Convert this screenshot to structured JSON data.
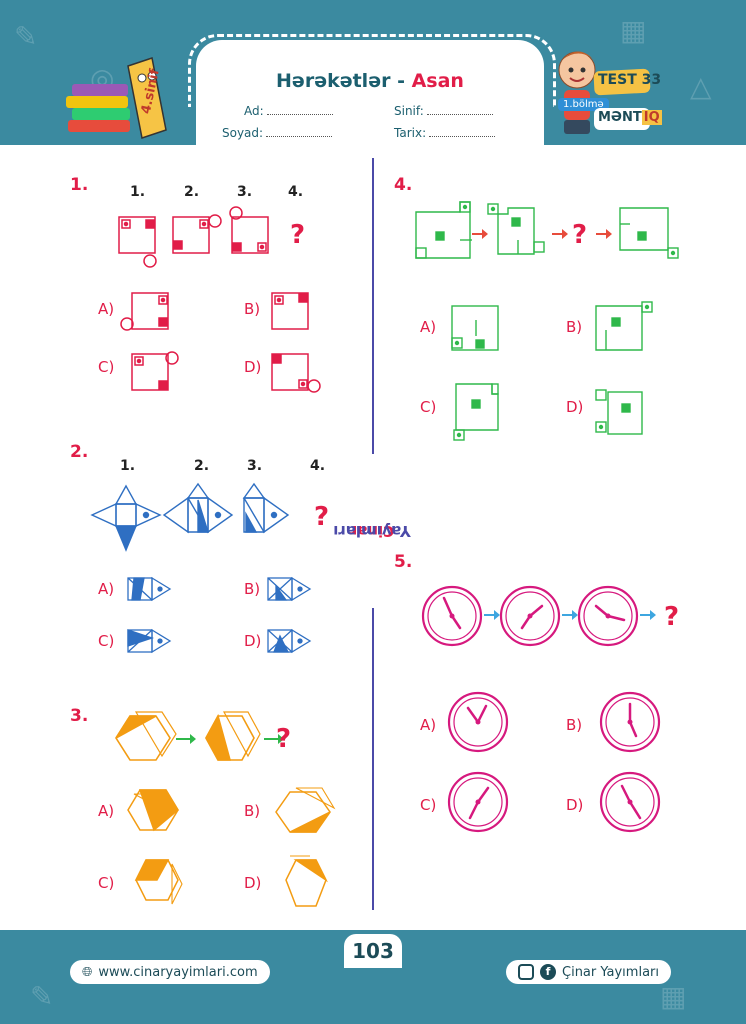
{
  "header": {
    "grade": "4.sinif",
    "title_prefix": "Hərəkətlər",
    "title_sep": "-",
    "title_level": "Asan",
    "field_name": "Ad:",
    "field_surname": "Soyad:",
    "field_class": "Sinif:",
    "field_date": "Tarix:",
    "test_label": "TEST 33",
    "section_label": "1.bölmə",
    "subject_prefix": "MƏNT",
    "subject_suffix": "IQ"
  },
  "questions": {
    "q1": "1.",
    "q2": "2.",
    "q3": "3.",
    "q4": "4.",
    "q5": "5.",
    "seq_labels": [
      "1.",
      "2.",
      "3.",
      "4."
    ],
    "qmark": "?",
    "options": [
      "A)",
      "B)",
      "C)",
      "D)"
    ]
  },
  "brand": {
    "part1": "Çinar",
    "part2": "Yayımları"
  },
  "footer": {
    "website": "www.cinaryayimlari.com",
    "social": "Çinar Yayımları",
    "page": "103"
  },
  "colors": {
    "red": "#e11d48",
    "blue": "#2f6fc2",
    "orange": "#f39c12",
    "green": "#2fb84a",
    "magenta": "#d6197e",
    "teal": "#3b8aa0"
  }
}
